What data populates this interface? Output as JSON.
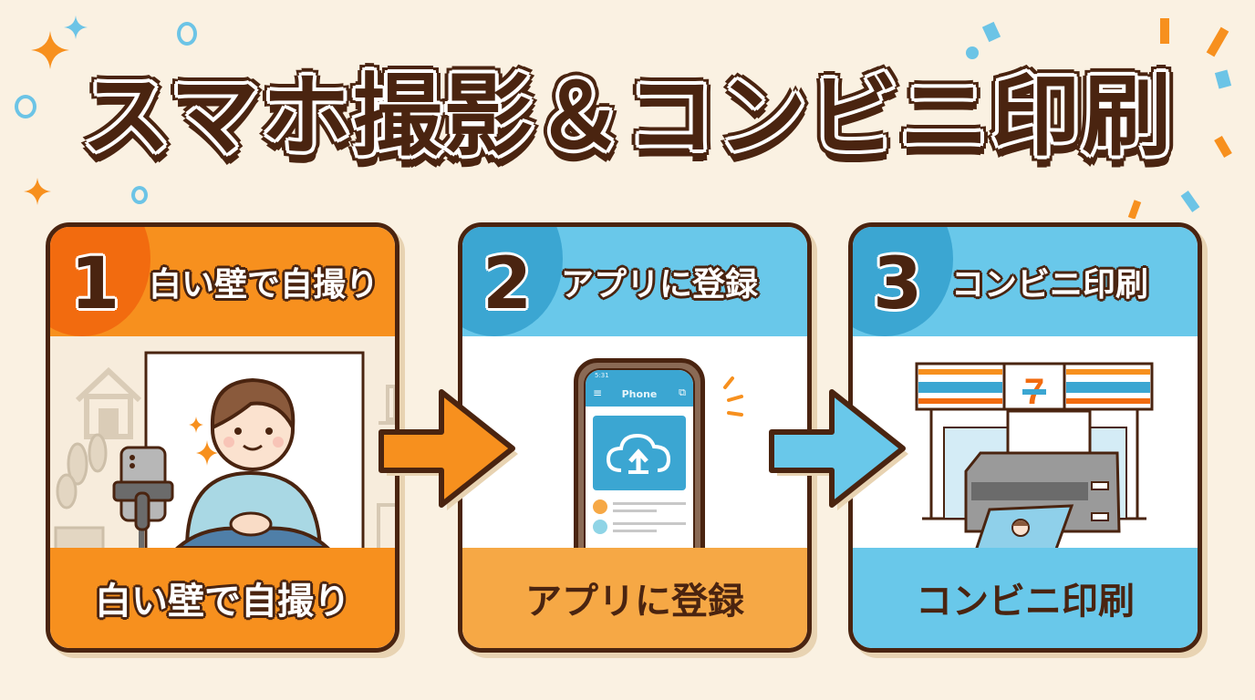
{
  "title": "スマホ撮影＆コンビニ印刷",
  "colors": {
    "background": "#faf1e2",
    "brown": "#4a2410",
    "orange": "#f7901e",
    "orange_dark": "#f26b0f",
    "blue": "#69c8ea",
    "blue_dark": "#3ba6d2",
    "footer_orange_light": "#f6a845"
  },
  "steps": [
    {
      "number": "1",
      "header_label": "白い壁で自撮り",
      "footer_label": "白い壁で自撮り",
      "illustration": "person-selfie-white-wall-with-phone-tripod"
    },
    {
      "number": "2",
      "header_label": "アプリに登録",
      "footer_label": "アプリに登録",
      "illustration": "smartphone-cloud-upload",
      "phone_screen": {
        "status_time": "5:31",
        "app_title": "Phone"
      }
    },
    {
      "number": "3",
      "header_label": "コンビニ印刷",
      "footer_label": "コンビニ印刷",
      "illustration": "convenience-store-printer-photo",
      "store_logo": "7"
    }
  ],
  "arrows": [
    {
      "from": "1",
      "to": "2",
      "color": "orange"
    },
    {
      "from": "2",
      "to": "3",
      "color": "blue"
    }
  ]
}
